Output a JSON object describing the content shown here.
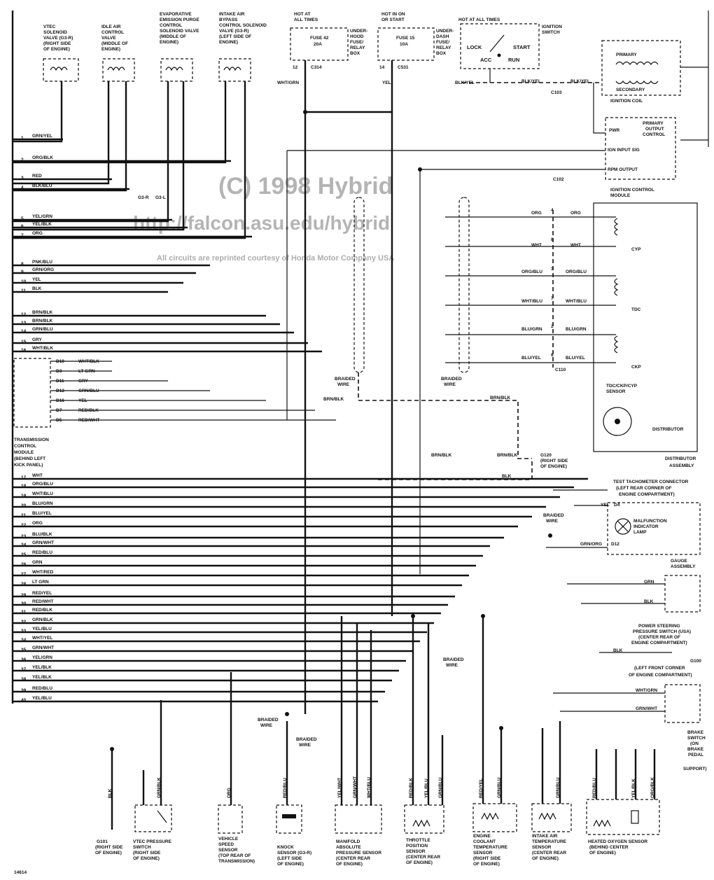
{
  "watermark": {
    "line1": "(C) 1998 Hybrid",
    "line2": "http://falcon.asu.edu/hybrid",
    "line3": "All circuits are reprinted courtesy of Honda Motor Company USA"
  },
  "top_components": [
    {
      "lines": [
        "VTEC",
        "SOLENOID",
        "VALVE (G3-R)",
        "(RIGHT SIDE",
        "OF ENGINE)"
      ]
    },
    {
      "lines": [
        "IDLE AIR",
        "CONTROL",
        "VALVE",
        "(MIDDLE OF",
        "ENGINE)"
      ]
    },
    {
      "lines": [
        "EVAPORATIVE",
        "EMISSION PURGE",
        "CONTROL",
        "SOLENOID VALVE",
        "(MIDDLE OF",
        "ENGINE)"
      ]
    },
    {
      "lines": [
        "INTAKE AIR",
        "BYPASS",
        "CONTROL SOLENOID",
        "VALVE (G3-R)",
        "(LEFT SIDE OF",
        "ENGINE)"
      ]
    }
  ],
  "fuses": [
    {
      "header": [
        "HOT AT",
        "ALL TIMES"
      ],
      "fuse": "FUSE 42",
      "amps": "20A",
      "box": [
        "UNDER-",
        "HOOD",
        "FUSE/",
        "RELAY",
        "BOX"
      ],
      "pin": "12",
      "conn": "C314",
      "wire": "WHT/GRN"
    },
    {
      "header": [
        "HOT IN ON",
        "OR START"
      ],
      "fuse": "FUSE 15",
      "amps": "10A",
      "box": [
        "UNDER-",
        "DASH",
        "FUSE/",
        "RELAY",
        "BOX"
      ],
      "pin": "14",
      "conn": "C531",
      "wire": "YEL"
    }
  ],
  "ignition": {
    "header": "HOT AT ALL TIMES",
    "switch_label": [
      "IGNITION",
      "SWITCH"
    ],
    "lock": "LOCK",
    "start": "START",
    "acc": "ACC",
    "run": "RUN",
    "coil_primary": "PRIMARY",
    "coil_secondary": "SECONDARY",
    "coil_label": "IGNITION COIL",
    "icm_pwr": "PWR",
    "icm_primary": [
      "PRIMARY",
      "OUTPUT",
      "CONTROL"
    ],
    "icm_sig": "IGN INPUT SIG",
    "icm_rpm": "RPM OUTPUT",
    "icm_label": [
      "IGNITION CONTROL",
      "MODULE"
    ],
    "wire_main": "BLK/YEL",
    "c103": "C103",
    "c102": "C102"
  },
  "distributor": {
    "cyp": "CYP",
    "tdc": "TDC",
    "ckp": "CKP",
    "sensor": [
      "TDC/CKP/CYP",
      "SENSOR"
    ],
    "dist": "DISTRIBUTOR",
    "assy": [
      "DISTRIBUTOR",
      "ASSEMBLY"
    ],
    "c110": "C110",
    "wires": [
      "ORG",
      "WHT",
      "ORG/BLU",
      "WHT/BLU",
      "BLU/GRN",
      "BLU/YEL"
    ],
    "pins": [
      "4",
      "8",
      "3",
      "7",
      "2",
      "6"
    ]
  },
  "ecm_left": {
    "pins": [
      "1",
      "2",
      "3",
      "4",
      "5",
      "6",
      "7",
      "8",
      "9",
      "10",
      "11",
      "12",
      "13",
      "14",
      "15",
      "16",
      "17",
      "18",
      "19",
      "20",
      "21",
      "22",
      "23",
      "24",
      "25",
      "26",
      "27",
      "28",
      "29",
      "30",
      "31",
      "32",
      "33",
      "34",
      "35",
      "36",
      "37",
      "38",
      "39",
      "40"
    ],
    "wires": [
      "GRN/YEL",
      "ORG/BLK",
      "RED",
      "BLK/BLU",
      "YEL/GRN",
      "YEL/BLK",
      "ORG",
      "PNK/BLU",
      "GRN/ORG",
      "YEL",
      "BLK",
      "BRN/BLK",
      "BRN/BLK",
      "GRN/BLU",
      "GRY",
      "WHT/BLK",
      "WHT",
      "ORG/BLU",
      "WHT/BLU",
      "BLU/GRN",
      "BLU/YEL",
      "ORG",
      "BLU/BLK",
      "GRN/WHT",
      "RED/BLU",
      "GRN",
      "WHT/RED",
      "LT GRN",
      "RED/YEL",
      "RED/WHT",
      "RED/BLK",
      "GRN/BLK",
      "YEL/BLU",
      "WHT/YEL",
      "GRN/WHT",
      "YEL/GRN",
      "YEL/BLK",
      "YEL/BLK",
      "RED/BLU",
      "YEL/BLU"
    ]
  },
  "tcm": {
    "label": [
      "TRANSMISSION",
      "CONTROL",
      "MODULE",
      "(BEHIND LEFT",
      "KICK PANEL)"
    ],
    "pins": [
      "D10",
      "D3",
      "D11",
      "D13",
      "D16",
      "D7",
      "D5"
    ],
    "wires": [
      "WHT/BLK",
      "LT GRN",
      "GRY",
      "GRN/BLU",
      "YEL",
      "RED/BLK",
      "RED/WHT"
    ]
  },
  "middle": {
    "braided": [
      "BRAIDED",
      "WIRE"
    ],
    "brn_blk": "BRN/BLK",
    "blk": "BLK",
    "g120": [
      "G120",
      "(RIGHT SIDE",
      "OF ENGINE)"
    ],
    "g3": "G3-R",
    "g3b": "G3-L"
  },
  "right": {
    "tach": [
      "TEST TACHOMETER CONNECTOR",
      "(LEFT REAR CORNER OF",
      "ENGINE COMPARTMENT)"
    ],
    "mil": [
      "MALFUNCTION",
      "INDICATOR",
      "LAMP"
    ],
    "gauge": [
      "GAUGE",
      "ASSEMBLY"
    ],
    "yel_d4": "YEL",
    "d4": "D4",
    "d12": "D12",
    "grn_org": "GRN/ORG",
    "ps_switch": [
      "POWER STEERING",
      "PRESSURE SWITCH (USA)",
      "(CENTER REAR OF",
      "ENGINE COMPARTMENT)"
    ],
    "grn": "GRN",
    "blk": "BLK",
    "g100": [
      "G100",
      "(LEFT FRONT CORNER",
      "OF ENGINE COMPARTMENT)"
    ],
    "brake": [
      "BRAKE",
      "SWITCH",
      "(ON",
      "BRAKE",
      "PEDAL",
      "SUPPORT)"
    ],
    "wht_grn": "WHT/GRN",
    "grn_wht": "GRN/WHT"
  },
  "bottom_components": [
    {
      "lines": [
        "G101",
        "(RIGHT SIDE",
        "OF ENGINE)"
      ]
    },
    {
      "lines": [
        "VTEC PRESSURE",
        "SWITCH",
        "(RIGHT SIDE",
        "OF ENGINE)"
      ]
    },
    {
      "lines": [
        "VEHICLE",
        "SPEED",
        "SENSOR",
        "(TOP REAR OF",
        "TRANSMISSION)"
      ]
    },
    {
      "lines": [
        "KNOCK",
        "SENSOR (G3-R)",
        "(LEFT SIDE",
        "OF ENGINE)"
      ]
    },
    {
      "lines": [
        "MANIFOLD",
        "ABSOLUTE",
        "PRESSURE SENSOR",
        "(CENTER REAR",
        "OF ENGINE)"
      ]
    },
    {
      "lines": [
        "THROTTLE",
        "POSITION",
        "SENSOR",
        "(CENTER REAR",
        "OF ENGINE)"
      ]
    },
    {
      "lines": [
        "ENGINE",
        "COOLANT",
        "TEMPERATURE",
        "SENSOR",
        "(RIGHT SIDE",
        "OF ENGINE)"
      ]
    },
    {
      "lines": [
        "INTAKE AIR",
        "TEMPERATURE",
        "SENSOR",
        "(CENTER REAR",
        "OF ENGINE)"
      ]
    },
    {
      "lines": [
        "HEATED OXYGEN SENSOR",
        "(BEHIND CENTER",
        "OF ENGINE)"
      ]
    }
  ],
  "bottom_wires": [
    "BLK",
    "GRN/BLK",
    "ORG",
    "RED/BLU",
    "YEL/WHT",
    "GRN/WHT",
    "WHT/BLU",
    "RED/BLK",
    "YEL/BLU",
    "GRN/BLU",
    "RED/YEL",
    "GRN/BLU",
    "GRN/BLU",
    "RED/BLU",
    "YEL/BLK",
    "ORG/BLK"
  ],
  "page_code": "14614"
}
